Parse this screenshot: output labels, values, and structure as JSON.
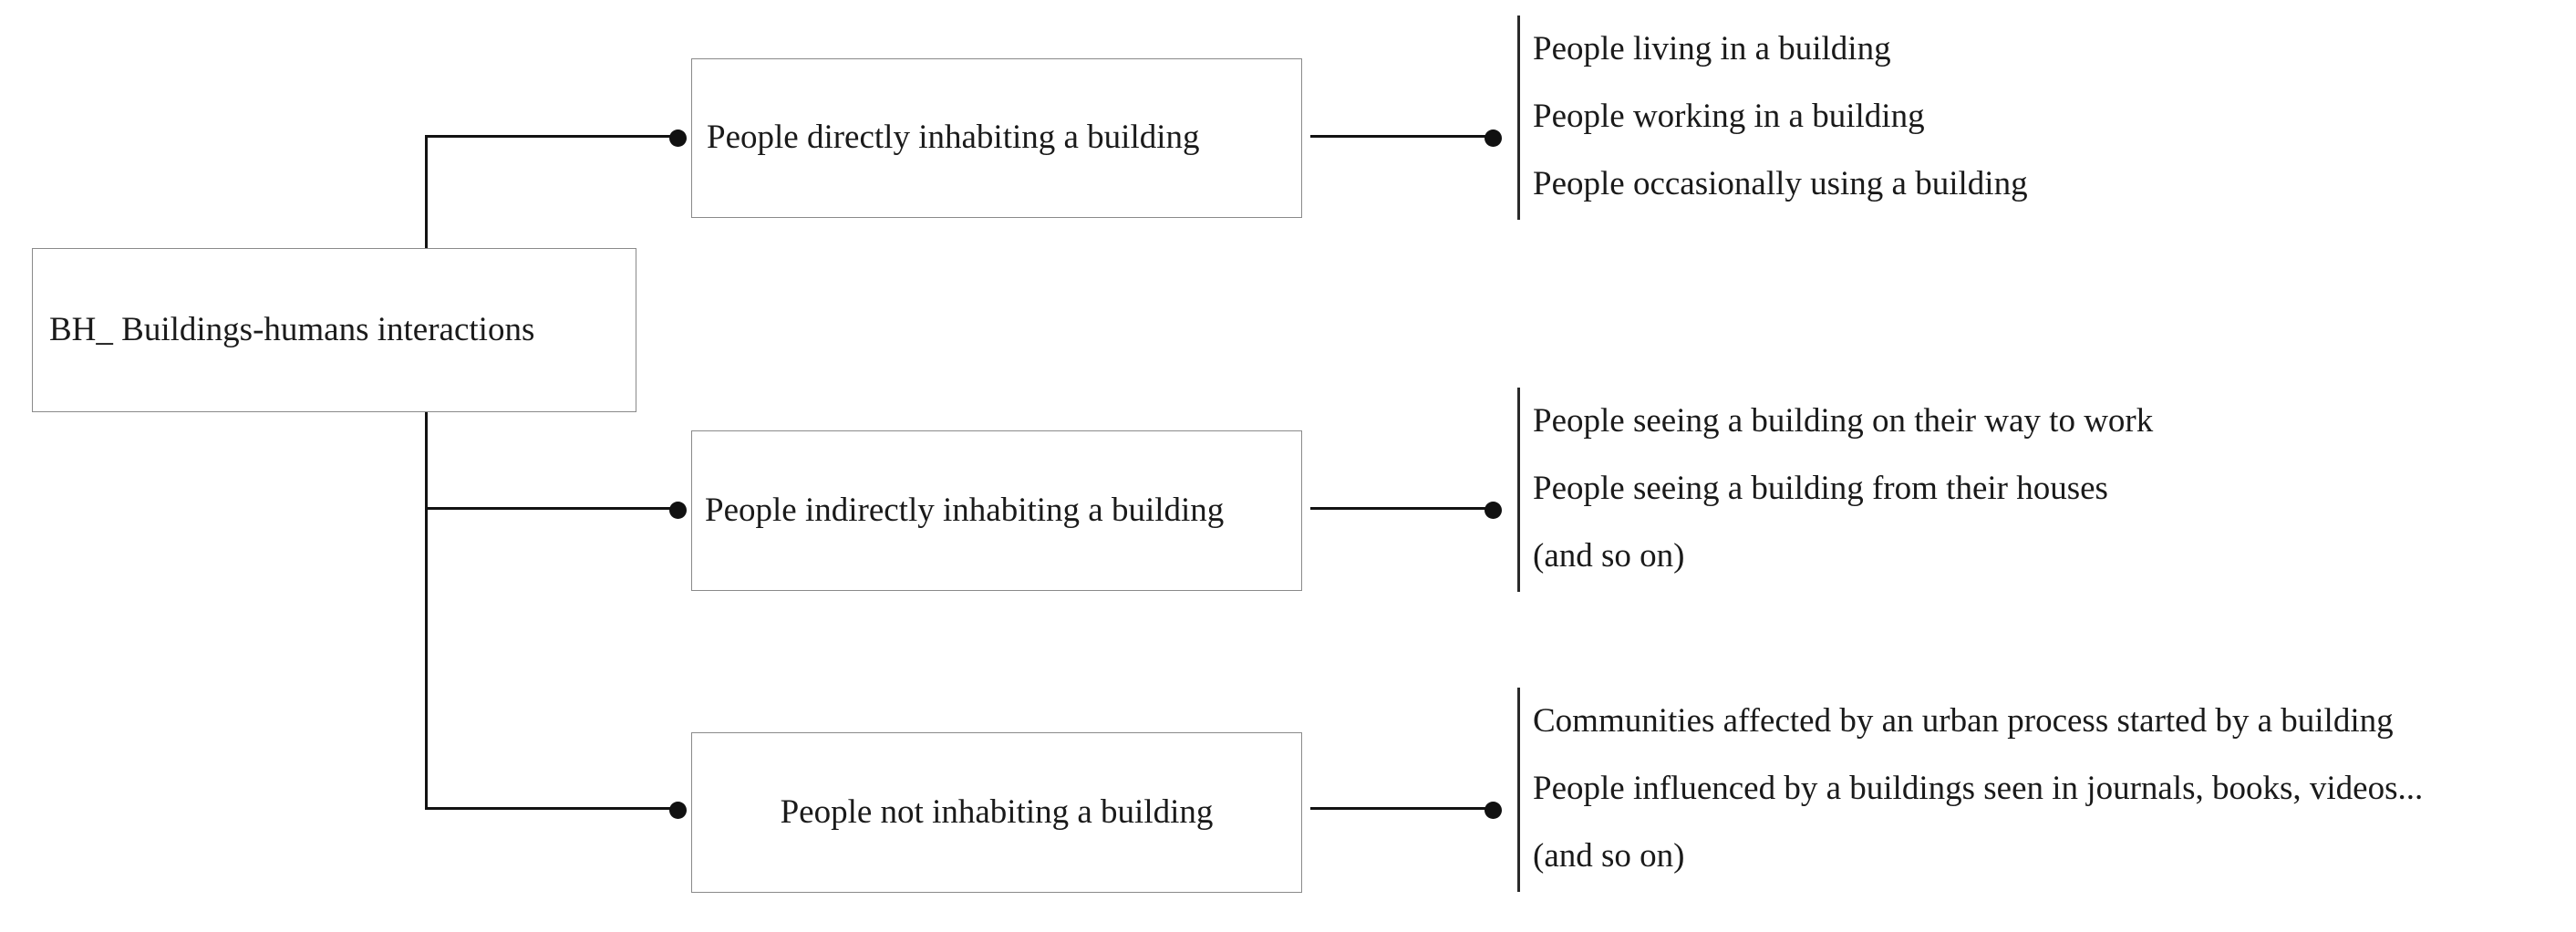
{
  "diagram": {
    "title": "BH_ Buildings-humans interactions",
    "root": {
      "label": "BH_ Buildings-humans interactions"
    },
    "branches": [
      {
        "label": "People directly inhabiting a building",
        "leaves": [
          "People living in a building",
          "People working in a building",
          "People occasionally using a building"
        ]
      },
      {
        "label": "People indirectly inhabiting a building",
        "leaves": [
          "People seeing a building on their way to work",
          "People seeing a building from their houses",
          "(and so on)"
        ]
      },
      {
        "label": "People not inhabiting a building",
        "leaves": [
          "Communities affected by an urban process started by a building",
          "People influenced by a buildings seen in journals, books, videos...",
          "(and so on)"
        ]
      }
    ],
    "colors": {
      "box_border": "#8a8a8a",
      "connector": "#121212",
      "text": "#1a1a1a",
      "background": "#ffffff"
    }
  }
}
